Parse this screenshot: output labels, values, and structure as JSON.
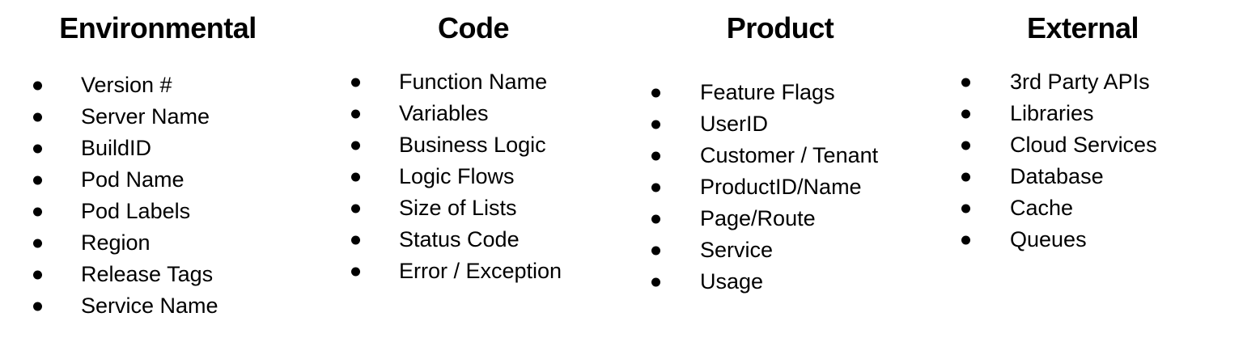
{
  "colors": {
    "background": "#ffffff",
    "text": "#000000",
    "bullet": "#000000"
  },
  "columns": [
    {
      "title": "Environmental",
      "items": [
        "Version #",
        "Server Name",
        "BuildID",
        "Pod Name",
        "Pod Labels",
        "Region",
        "Release Tags",
        "Service Name"
      ]
    },
    {
      "title": "Code",
      "items": [
        "Function Name",
        "Variables",
        "Business Logic",
        "Logic Flows",
        "Size of Lists",
        "Status Code",
        "Error / Exception"
      ]
    },
    {
      "title": "Product",
      "items": [
        "Feature Flags",
        "UserID",
        "Customer / Tenant",
        "ProductID/Name",
        "Page/Route",
        "Service",
        "Usage"
      ]
    },
    {
      "title": "External",
      "items": [
        "3rd Party APIs",
        "Libraries",
        "Cloud Services",
        "Database",
        "Cache",
        "Queues"
      ]
    }
  ]
}
